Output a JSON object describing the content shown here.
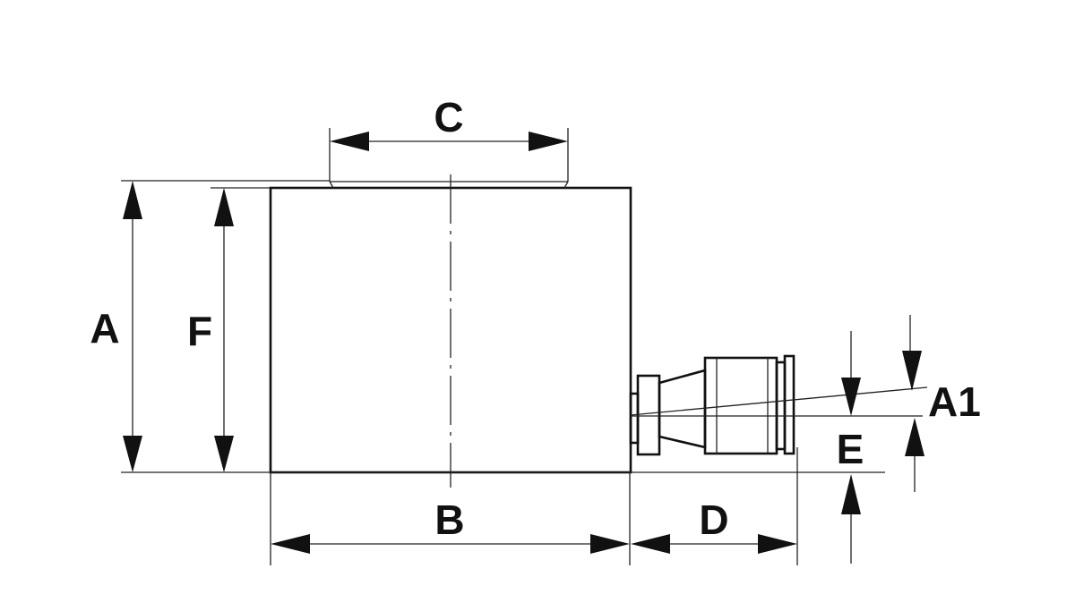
{
  "diagram": {
    "labels": {
      "a": "A",
      "f": "F",
      "c": "C",
      "b": "B",
      "d": "D",
      "e": "E",
      "a1": "A1"
    },
    "colors": {
      "ink": "#111111",
      "background": "#ffffff"
    }
  }
}
